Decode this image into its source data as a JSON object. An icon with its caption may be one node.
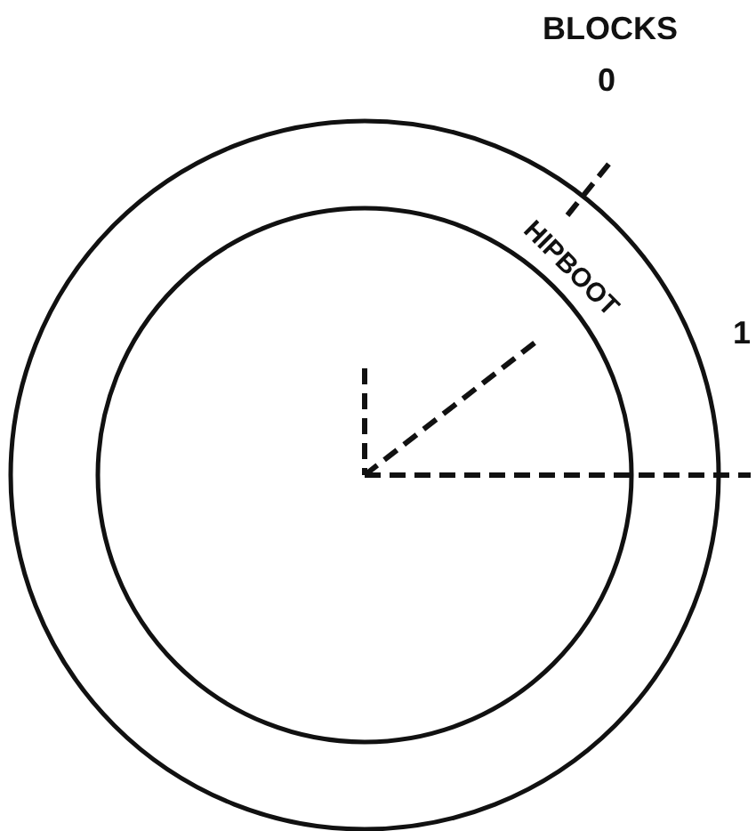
{
  "diagram": {
    "labels": [
      "BLOCKS",
      "0",
      "HIPBOOT",
      "1"
    ]
  }
}
